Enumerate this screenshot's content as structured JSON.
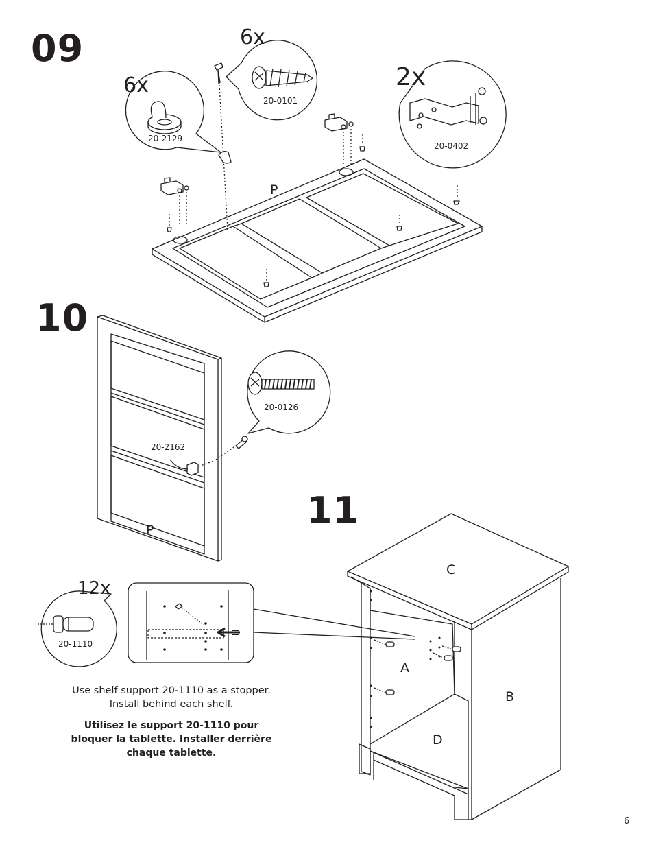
{
  "steps": {
    "step09": {
      "number": "09",
      "parts": [
        {
          "qty": "6x",
          "part_no": "20-2129"
        },
        {
          "qty": "6x",
          "part_no": "20-0101"
        },
        {
          "qty": "2x",
          "part_no": "20-0402"
        }
      ],
      "panel_label": "P"
    },
    "step10": {
      "number": "10",
      "parts": [
        {
          "qty": "",
          "part_no": "20-0126"
        },
        {
          "qty": "",
          "part_no": "20-2162"
        }
      ],
      "panel_label": "P"
    },
    "step11": {
      "number": "11",
      "parts": [
        {
          "qty": "12x",
          "part_no": "20-1110"
        }
      ],
      "panel_labels": {
        "top": "C",
        "side_inner": "A",
        "side_outer": "B",
        "bottom": "D"
      },
      "note_en": "Use shelf support 20-1110 as a stopper. Install behind each shelf.",
      "note_fr": "Utilisez le support 20-1110 pour bloquer la tablette. Installer derrière chaque tablette."
    }
  },
  "page_number": "6"
}
